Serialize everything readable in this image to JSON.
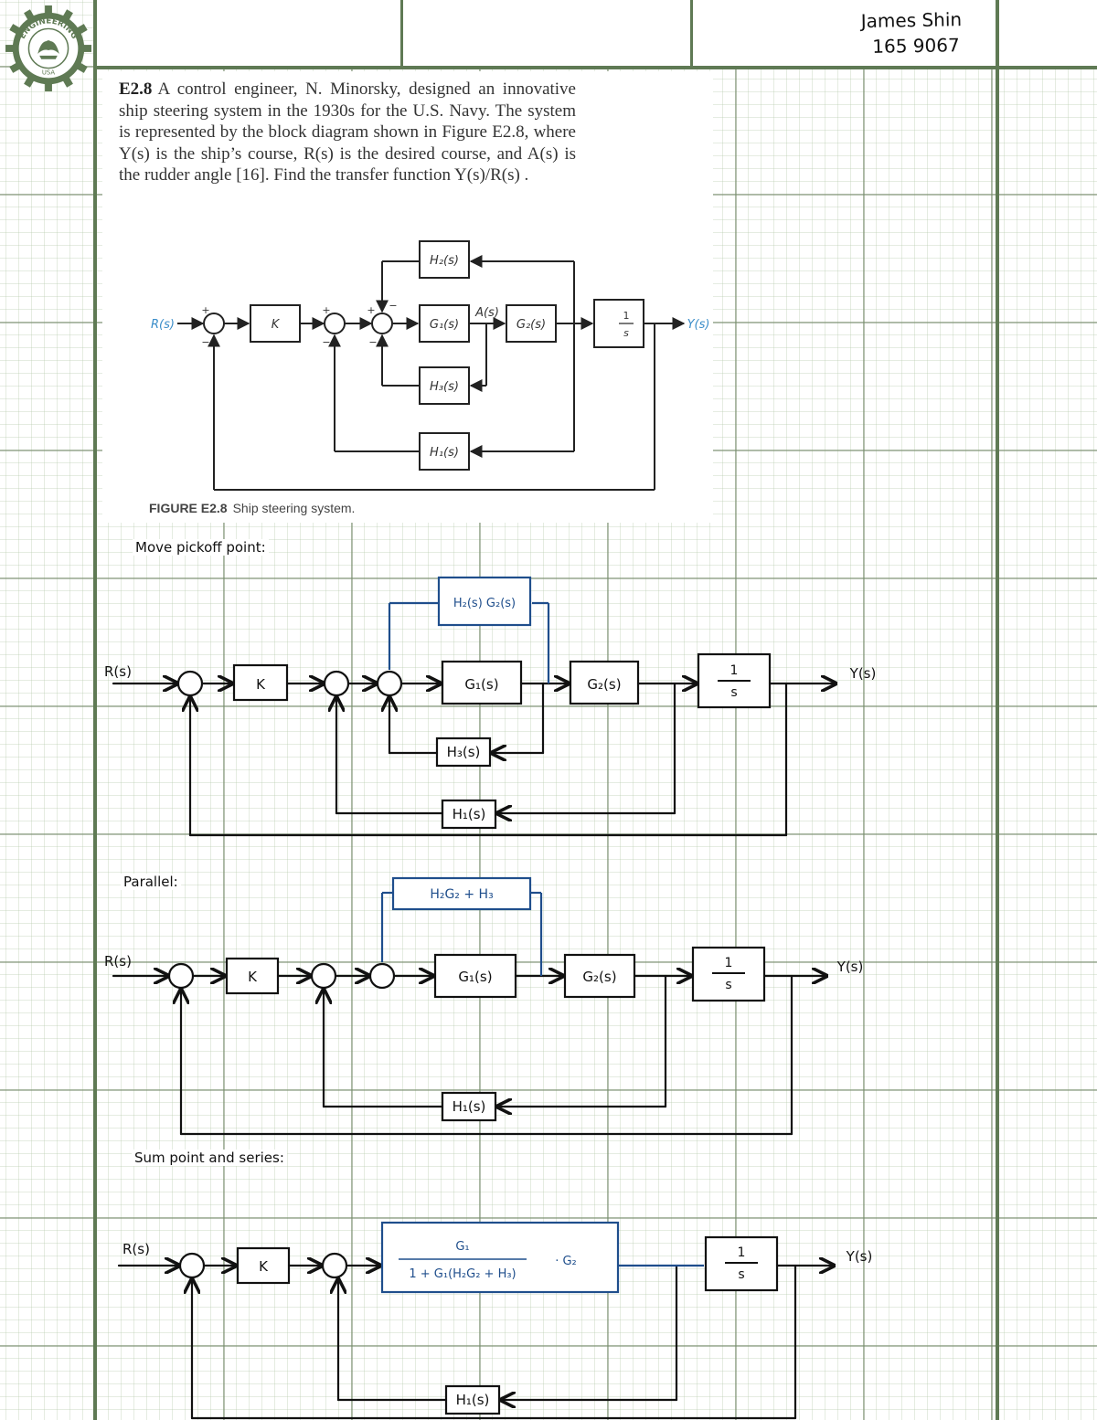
{
  "header": {
    "author_name": "James Shin",
    "author_id": "165 9067"
  },
  "logo": {
    "top_text": "ENGINEERING",
    "bottom_text": "USA"
  },
  "problem": {
    "number": "E2.8",
    "text": "A control engineer, N. Minorsky, designed an innovative ship steering system in the 1930s for the U.S. Navy. The system is represented by the block diagram shown in Figure E2.8, where Y(s) is the ship’s course, R(s) is the desired course, and A(s) is the rudder angle [16]. Find the transfer function Y(s)/R(s) ."
  },
  "figure": {
    "caption_number": "FIGURE E2.8",
    "caption_text": "Ship steering system.",
    "labels": {
      "input": "R(s)",
      "output": "Y(s)",
      "gain": "K",
      "g1": "G₁(s)",
      "g2": "G₂(s)",
      "h1": "H₁(s)",
      "h2": "H₂(s)",
      "h3": "H₃(s)",
      "rudder": "A(s)",
      "integrator_num": "1",
      "integrator_den": "s",
      "plus": "+",
      "minus": "−"
    }
  },
  "steps": [
    {
      "heading": "Move pickoff point:",
      "labels": {
        "input": "R(s)",
        "output": "Y(s)",
        "gain": "K",
        "g1": "G₁(s)",
        "g2": "G₂(s)",
        "moved": "H₂(s) G₂(s)",
        "h3": "H₃(s)",
        "h1": "H₁(s)",
        "integrator_num": "1",
        "integrator_den": "s"
      }
    },
    {
      "heading": "Parallel:",
      "labels": {
        "input": "R(s)",
        "output": "Y(s)",
        "gain": "K",
        "g1": "G₁(s)",
        "g2": "G₂(s)",
        "parallel": "H₂G₂ + H₃",
        "h1": "H₁(s)",
        "integrator_num": "1",
        "integrator_den": "s"
      }
    },
    {
      "heading": "Sum point and series:",
      "labels": {
        "input": "R(s)",
        "output": "Y(s)",
        "gain": "K",
        "series_num": "G₁",
        "series_den": "1 + G₁(H₂G₂ + H₃)",
        "series_mult": "· G₂",
        "h1": "H₁(s)",
        "integrator_num": "1",
        "integrator_den": "s"
      }
    }
  ],
  "colors": {
    "grid_line": "#5f7a54",
    "ink": "#111111",
    "blue_ink": "#1f4e8c",
    "textbook_blue": "#3a8dc9"
  }
}
